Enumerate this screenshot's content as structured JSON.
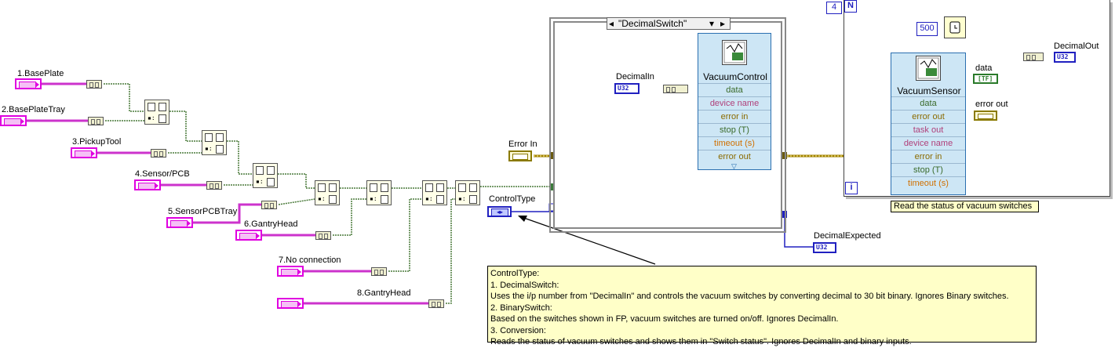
{
  "controls": {
    "base_plate": "1.BasePlate",
    "base_plate_tray": "2.BasePlateTray",
    "pickup_tool": "3.PickupTool",
    "sensor_pcb": "4.Sensor/PCB",
    "sensor_pcb_tray": "5.SensorPCBTray",
    "gantry_head_6": "6.GantryHead",
    "no_connection": "7.No connection",
    "gantry_head_8": "8.GantryHead",
    "error_in": "Error In",
    "control_type": "ControlType",
    "decimal_in": "DecimalIn",
    "decimal_expected": "DecimalExpected",
    "decimal_out": "DecimalOut",
    "data_label": "data",
    "error_out_label": "error out",
    "tf_text": "TF",
    "u32_text": "U32"
  },
  "case_structure": {
    "selector": "\"DecimalSwitch\""
  },
  "vacuum_control": {
    "title": "VacuumControl",
    "terminals": [
      "data",
      "device name",
      "error in",
      "stop (T)",
      "timeout (s)",
      "error out"
    ]
  },
  "for_loop": {
    "count": "4",
    "n_label": "N",
    "i_label": "i",
    "wait_ms": "500",
    "comment": "Read the status of vacuum switches"
  },
  "vacuum_sensor": {
    "title": "VacuumSensor",
    "terminals": [
      "data",
      "error out",
      "task out",
      "device name",
      "error in",
      "stop (T)",
      "timeout (s)"
    ]
  },
  "comment_box": {
    "lines": [
      "ControlType:",
      "1. DecimalSwitch:",
      "Uses the i/p number from \"DecimalIn\" and controls the vacuum switches by converting decimal to 30 bit binary. Ignores Binary switches.",
      "2. BinarySwitch:",
      "Based on the switches shown in FP, vacuum switches are turned on/off. Ignores DecimalIn.",
      "3. Conversion:",
      "Reads the status of vacuum switches and shows them in \"Switch status\". Ignores DecimalIn and binary inputs."
    ]
  },
  "colors": {
    "cluster_wire": "#cc33cc",
    "bundle_wire": "#4a7a3a",
    "error_wire": "#a08000",
    "numeric_wire": "#2020c0"
  }
}
